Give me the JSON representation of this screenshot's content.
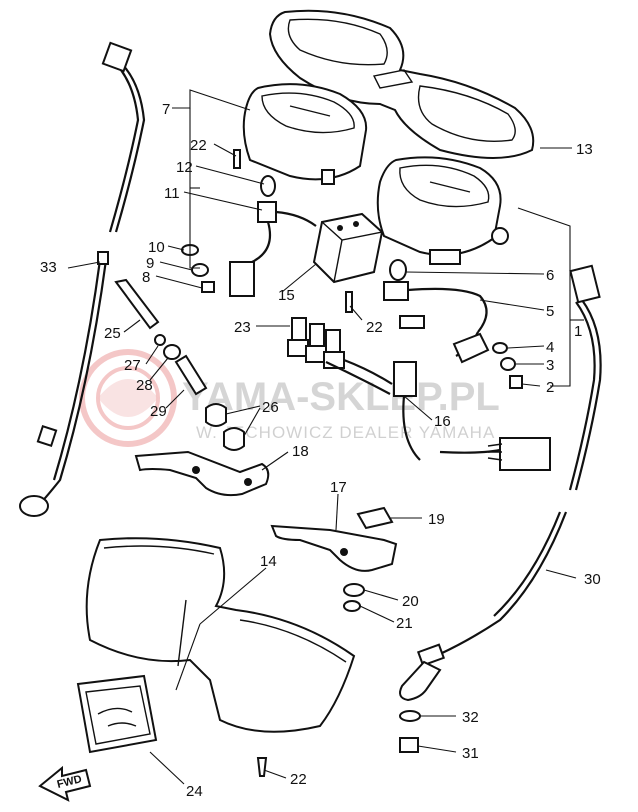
{
  "watermark": {
    "brand": "YAMA-SKLEP.PL",
    "dealer": "W. JECHOWICZ DEALER YAMAHA"
  },
  "direction_arrow": "FWD",
  "callouts": [
    {
      "id": "c1",
      "label": "1"
    },
    {
      "id": "c2",
      "label": "2"
    },
    {
      "id": "c3",
      "label": "3"
    },
    {
      "id": "c4",
      "label": "4"
    },
    {
      "id": "c5",
      "label": "5"
    },
    {
      "id": "c6",
      "label": "6"
    },
    {
      "id": "c7",
      "label": "7"
    },
    {
      "id": "c8",
      "label": "8"
    },
    {
      "id": "c9",
      "label": "9"
    },
    {
      "id": "c10",
      "label": "10"
    },
    {
      "id": "c11",
      "label": "11"
    },
    {
      "id": "c12",
      "label": "12"
    },
    {
      "id": "c13",
      "label": "13"
    },
    {
      "id": "c14",
      "label": "14"
    },
    {
      "id": "c15",
      "label": "15"
    },
    {
      "id": "c16",
      "label": "16"
    },
    {
      "id": "c17",
      "label": "17"
    },
    {
      "id": "c18",
      "label": "18"
    },
    {
      "id": "c19",
      "label": "19"
    },
    {
      "id": "c20",
      "label": "20"
    },
    {
      "id": "c21",
      "label": "21"
    },
    {
      "id": "c22a",
      "label": "22"
    },
    {
      "id": "c22b",
      "label": "22"
    },
    {
      "id": "c22c",
      "label": "22"
    },
    {
      "id": "c23",
      "label": "23"
    },
    {
      "id": "c24",
      "label": "24"
    },
    {
      "id": "c25",
      "label": "25"
    },
    {
      "id": "c26",
      "label": "26"
    },
    {
      "id": "c27",
      "label": "27"
    },
    {
      "id": "c28",
      "label": "28"
    },
    {
      "id": "c29",
      "label": "29"
    },
    {
      "id": "c30",
      "label": "30"
    },
    {
      "id": "c31",
      "label": "31"
    },
    {
      "id": "c32",
      "label": "32"
    },
    {
      "id": "c33",
      "label": "33"
    }
  ],
  "colors": {
    "ink": "#111111",
    "watermark_logo": "#e06060"
  }
}
